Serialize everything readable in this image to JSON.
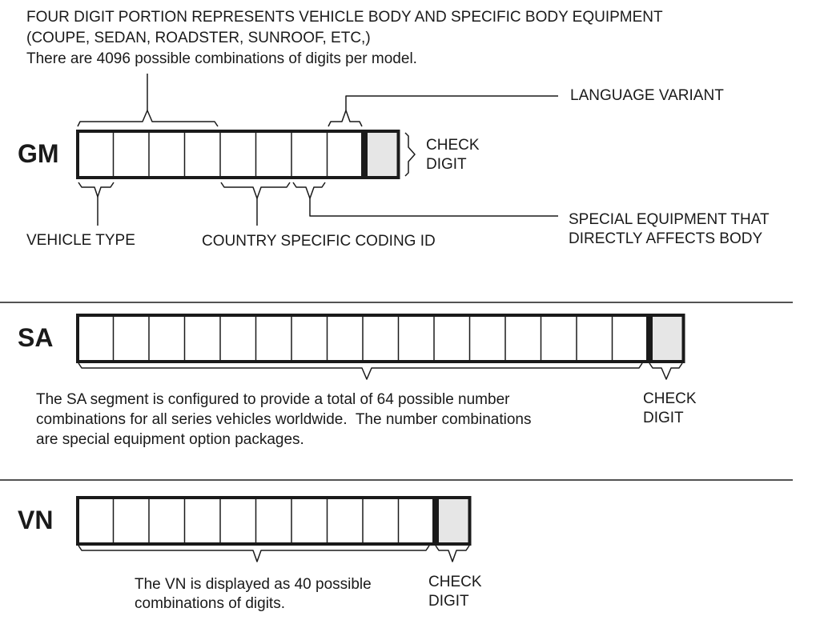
{
  "header": {
    "line1": "FOUR DIGIT PORTION REPRESENTS VEHICLE BODY AND SPECIFIC BODY EQUIPMENT",
    "line2": "(COUPE, SEDAN, ROADSTER, SUNROOF, ETC,)",
    "line3": "There are 4096 possible combinations of digits per model."
  },
  "gm": {
    "title": "GM",
    "cells": 8,
    "language_variant": "LANGUAGE VARIANT",
    "check_digit": [
      "CHECK",
      "DIGIT"
    ],
    "vehicle_type": "VEHICLE TYPE",
    "country_coding": "COUNTRY SPECIFIC CODING ID",
    "special_equipment": [
      "SPECIAL EQUIPMENT THAT",
      "DIRECTLY AFFECTS BODY"
    ]
  },
  "sa": {
    "title": "SA",
    "cells": 16,
    "description": [
      "The SA segment is configured to provide a total of 64 possible number",
      "combinations for all series vehicles worldwide.  The number combinations",
      "are special equipment option packages."
    ],
    "check_digit": [
      "CHECK",
      "DIGIT"
    ]
  },
  "vn": {
    "title": "VN",
    "cells": 10,
    "description": [
      "The VN is displayed as 40 possible",
      "combinations of digits."
    ],
    "check_digit": [
      "CHECK",
      "DIGIT"
    ]
  },
  "colors": {
    "check_fill": "#e6e6e6",
    "stroke": "#1a1a1a"
  }
}
